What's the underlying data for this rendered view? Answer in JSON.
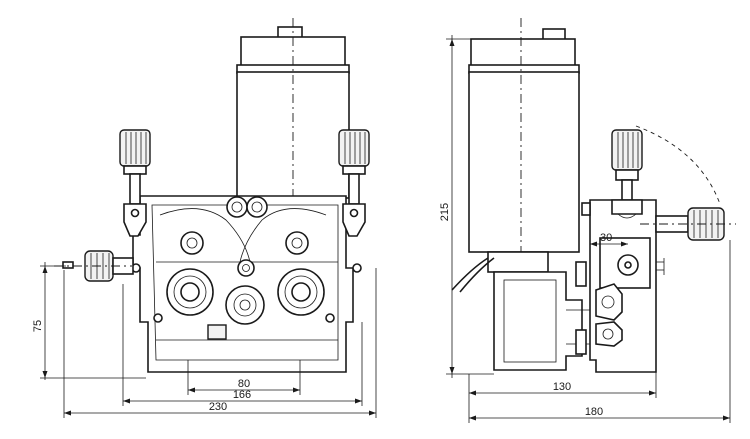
{
  "dimensions": {
    "front_height": "75",
    "front_inner_width": "80",
    "front_mid_width": "166",
    "front_total_width": "230",
    "side_height": "215",
    "side_offset": "30",
    "side_body_width": "130",
    "side_total_width": "180"
  }
}
